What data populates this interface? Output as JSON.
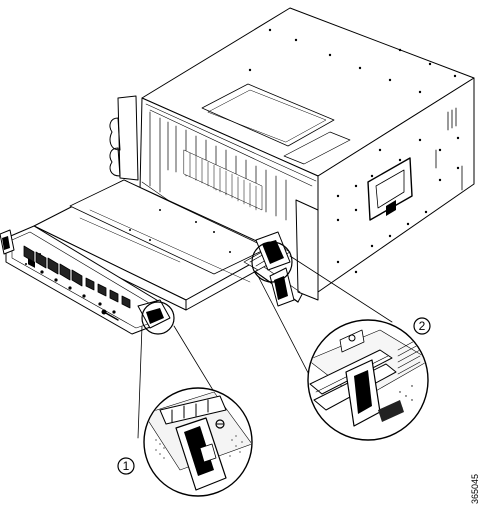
{
  "figure": {
    "callouts": [
      {
        "number": "1"
      },
      {
        "number": "2"
      }
    ],
    "figure_id": "365045"
  }
}
